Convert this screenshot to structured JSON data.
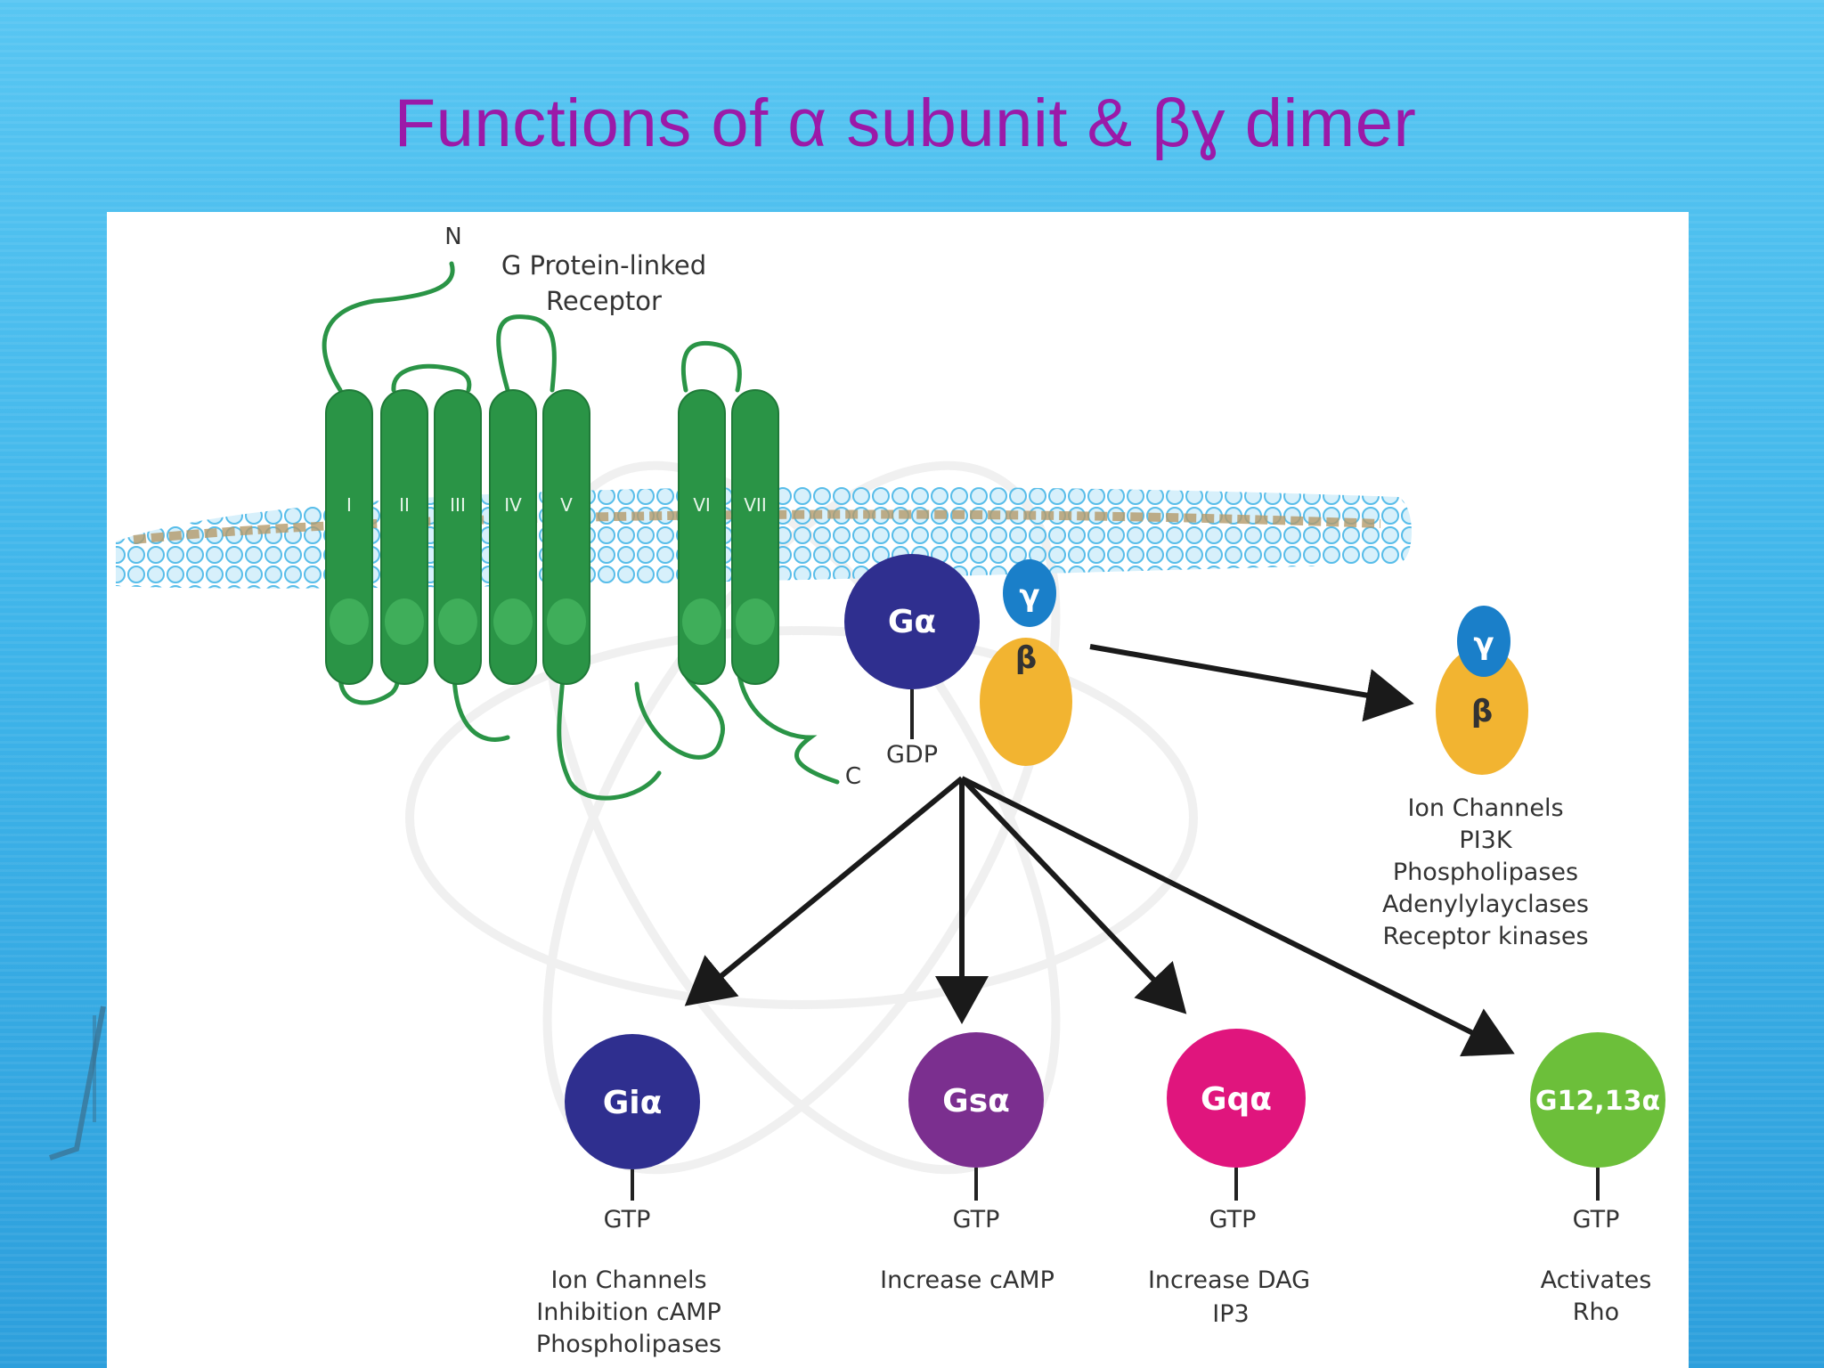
{
  "title": "Functions of α subunit & βɣ dimer",
  "receptor": {
    "label_line1": "G Protein-linked",
    "label_line2": "Receptor",
    "n_terminus": "N",
    "c_terminus": "C",
    "helices": [
      "I",
      "II",
      "III",
      "IV",
      "V",
      "VI",
      "VII"
    ]
  },
  "g_protein": {
    "alpha": "Gα",
    "beta": "β",
    "gamma": "γ",
    "nucleotide": "GDP"
  },
  "beta_gamma": {
    "beta": "β",
    "gamma": "γ",
    "targets": [
      "Ion Channels",
      "PI3K",
      "Phospholipases",
      "Adenylylayclases",
      "Receptor kinases"
    ]
  },
  "alpha_subunits": [
    {
      "label": "Giα",
      "nucleotide": "GTP",
      "effects": [
        "Ion Channels",
        "Inhibition cAMP",
        "Phospholipases"
      ],
      "color": "#2f2f8f"
    },
    {
      "label": "Gsα",
      "nucleotide": "GTP",
      "effects": [
        "Increase cAMP"
      ],
      "color": "#7b2f8f"
    },
    {
      "label": "Gqα",
      "nucleotide": "GTP",
      "effects": [
        "Increase DAG",
        "IP3"
      ],
      "color": "#e0157d"
    },
    {
      "label": "G12,13α",
      "nucleotide": "GTP",
      "effects": [
        "Activates",
        "Rho"
      ],
      "color": "#6cbf3a"
    }
  ],
  "colors": {
    "title": "#9b1aa8",
    "helix": "#2a9446",
    "membrane": "#a8dcf3",
    "beta": "#f2b431",
    "gamma": "#1a7fc9"
  }
}
